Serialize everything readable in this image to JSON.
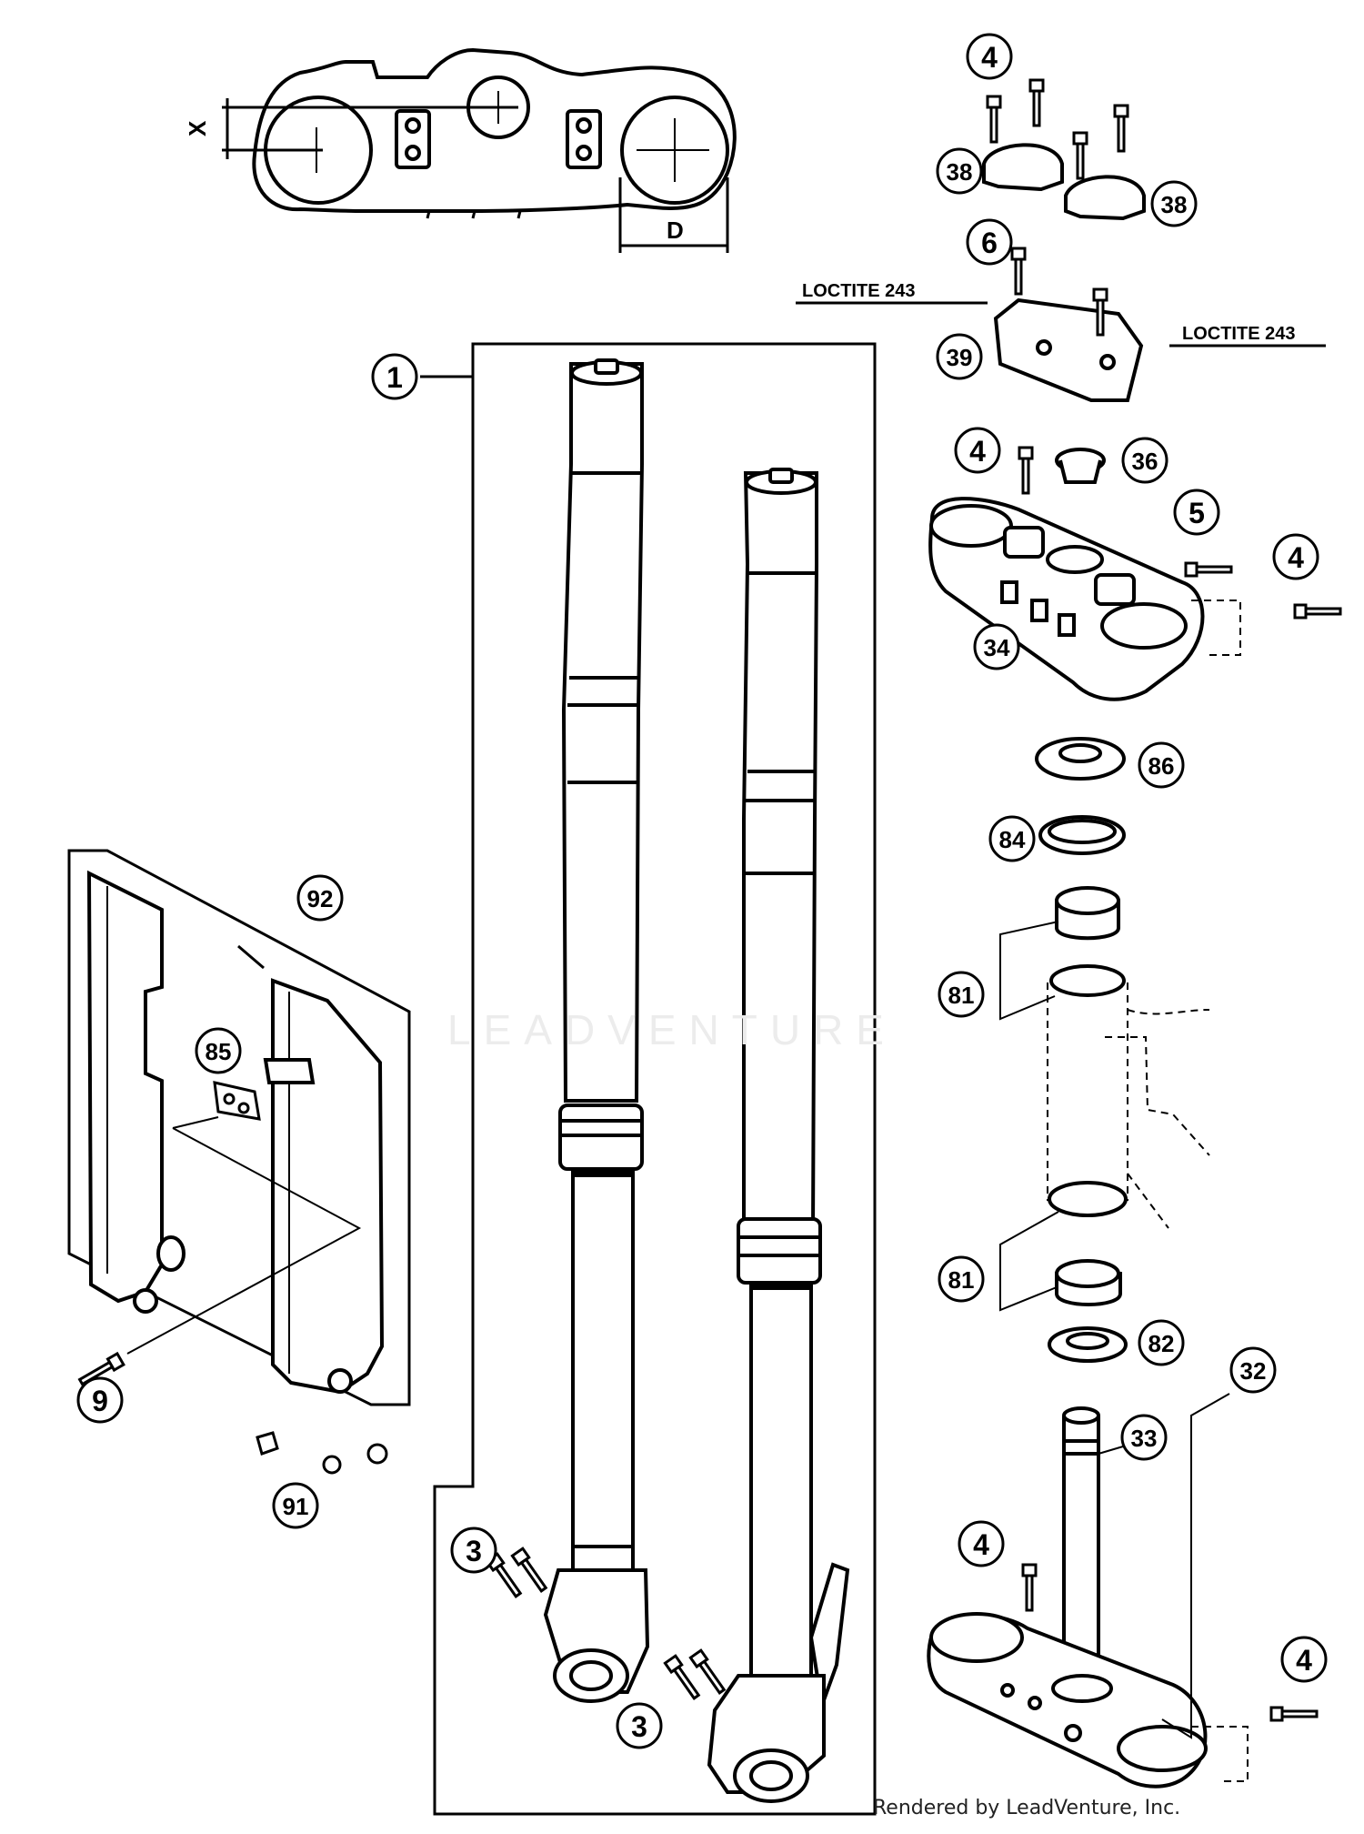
{
  "dimensions": {
    "x_label": "X",
    "d_label": "D"
  },
  "notes": {
    "loctite_left": "LOCTITE 243",
    "loctite_right": "LOCTITE 243"
  },
  "callouts": {
    "c1": "1",
    "c3a": "3",
    "c3b": "3",
    "c4a": "4",
    "c4b": "4",
    "c4c": "4",
    "c4d": "4",
    "c4e": "4",
    "c5": "5",
    "c6": "6",
    "c9": "9",
    "c32": "32",
    "c33": "33",
    "c34": "34",
    "c36": "36",
    "c38a": "38",
    "c38b": "38",
    "c39": "39",
    "c81a": "81",
    "c81b": "81",
    "c82": "82",
    "c84": "84",
    "c85": "85",
    "c86": "86",
    "c91": "91",
    "c92": "92"
  },
  "watermark": "LEADVENTURE",
  "credit": "Rendered by LeadVenture, Inc."
}
